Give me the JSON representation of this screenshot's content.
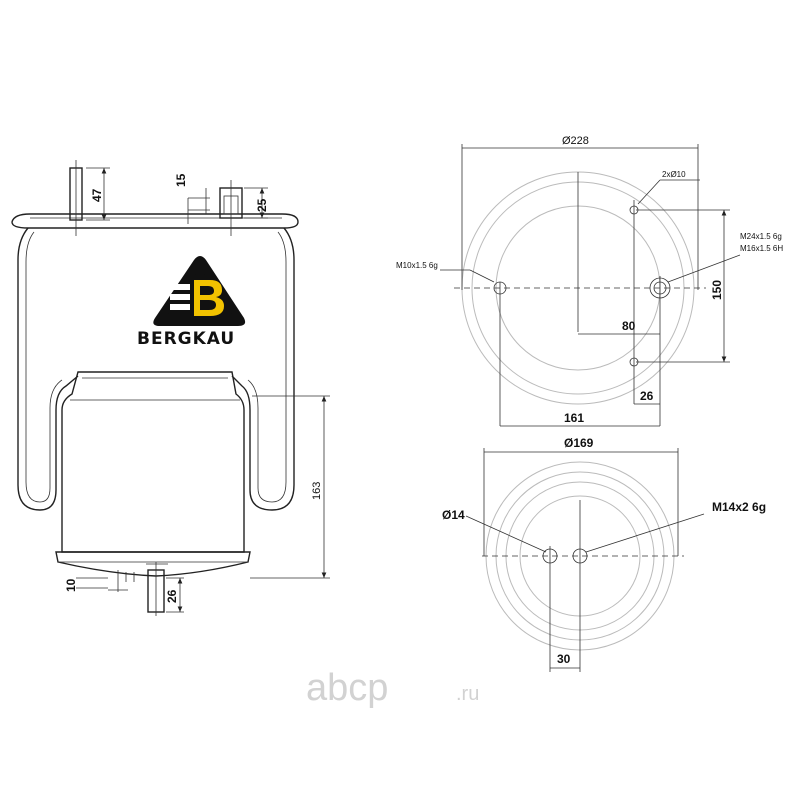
{
  "brand": {
    "name": "BERGKAU",
    "logo_letter": "B",
    "logo_color": "#f2c200"
  },
  "watermark": {
    "main": "abcp",
    "suffix": ".ru"
  },
  "side_view": {
    "dim_47": "47",
    "dim_15": "15",
    "dim_25": "25",
    "dim_163": "163",
    "dim_10": "10",
    "dim_26": "26"
  },
  "top_plan": {
    "diameter": "Ø228",
    "holes": "2xØ10",
    "thread_left": "M10x1.5 6g",
    "thread_right_1": "M24x1.5 6g",
    "thread_right_2": "M16x1.5 6H",
    "dim_150": "150",
    "dim_80": "80",
    "dim_26": "26",
    "dim_161": "161"
  },
  "bottom_plan": {
    "diameter": "Ø169",
    "hole": "Ø14",
    "thread": "M14x2 6g",
    "dim_30": "30"
  }
}
